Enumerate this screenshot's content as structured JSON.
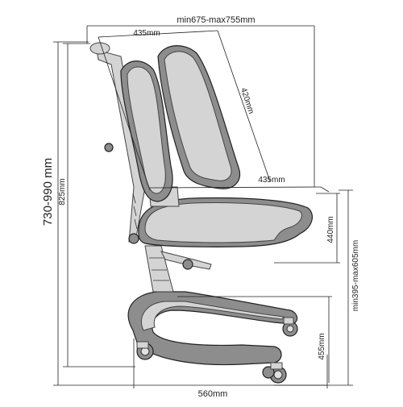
{
  "dimensions": {
    "depth_range": "min675-max755mm",
    "backrest_width": "435mm",
    "backrest_height": "420mm",
    "seat_width": "435mm",
    "seat_depth": "440mm",
    "total_height": "730-990 mm",
    "height_825": "825mm",
    "seat_height_range": "min395-max605mm",
    "base_height": "455mm",
    "base_width": "560mm"
  }
}
